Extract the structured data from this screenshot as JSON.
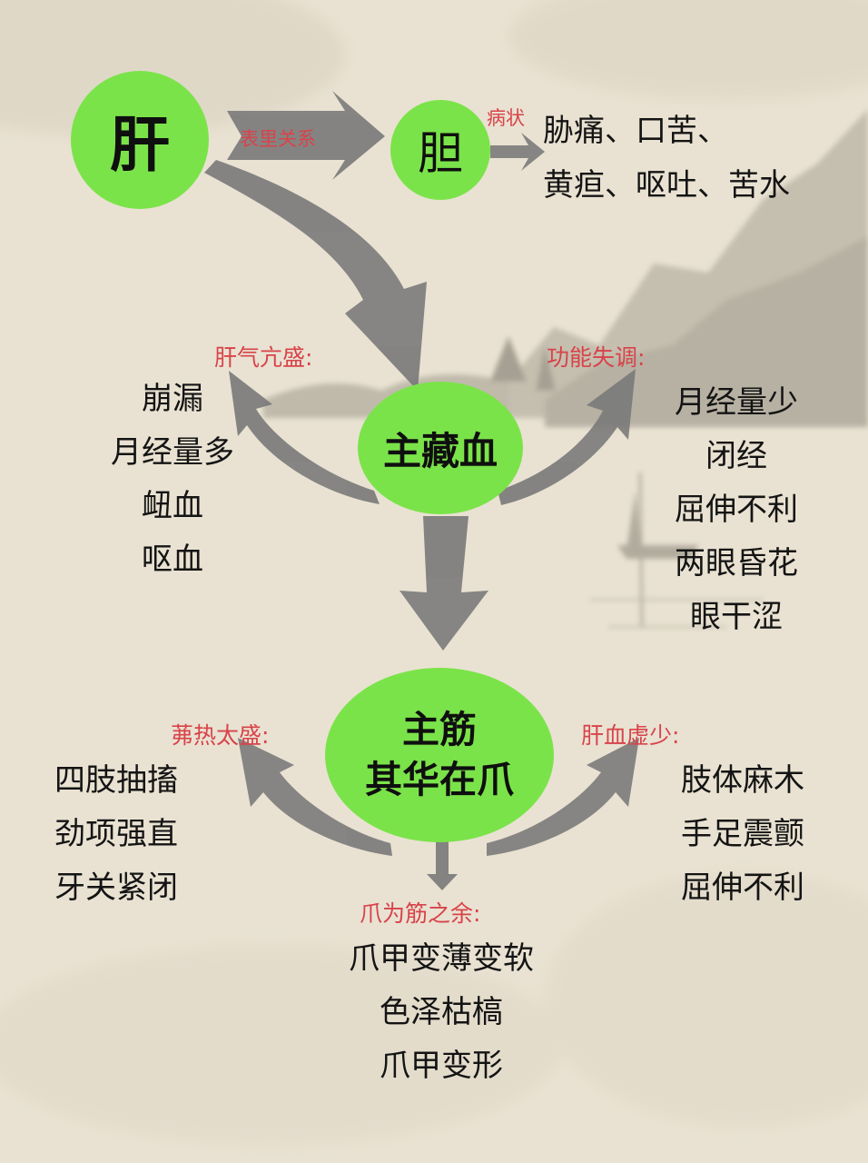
{
  "nodes": {
    "liver": "肝",
    "gallbladder": "胆",
    "store_blood": "主藏血",
    "tendon_line1": "主筋",
    "tendon_line2": "其华在爪"
  },
  "labels": {
    "exterior_interior": "表里关系",
    "symptoms": "病状",
    "liver_qi_excess": "肝气亢盛:",
    "dysfunction": "功能失调:",
    "heat_excess": "茀热太盛:",
    "liver_blood_deficiency": "肝血虚少:",
    "nails_surplus": "爪为筋之余:"
  },
  "gallbladder_symptoms": [
    "胁痛、口苦、",
    "黄疸、呕吐、苦水"
  ],
  "lists": {
    "liver_qi_excess": [
      "崩漏",
      "月经量多",
      "衄血",
      "呕血"
    ],
    "dysfunction": [
      "月经量少",
      "闭经",
      "屈伸不利",
      "两眼昏花",
      "眼干涩"
    ],
    "heat_excess": [
      "四肢抽搐",
      "劲项强直",
      "牙关紧闭"
    ],
    "liver_blood_deficiency": [
      "肢体麻木",
      "手足震颤",
      "屈伸不利"
    ],
    "nails_surplus": [
      "爪甲变薄变软",
      "色泽枯槁",
      "爪甲变形"
    ]
  },
  "colors": {
    "node_green": "#7be34a",
    "label_red": "#d8434a",
    "arrow_gray": "#777777",
    "paper": "#e9e2d2"
  }
}
